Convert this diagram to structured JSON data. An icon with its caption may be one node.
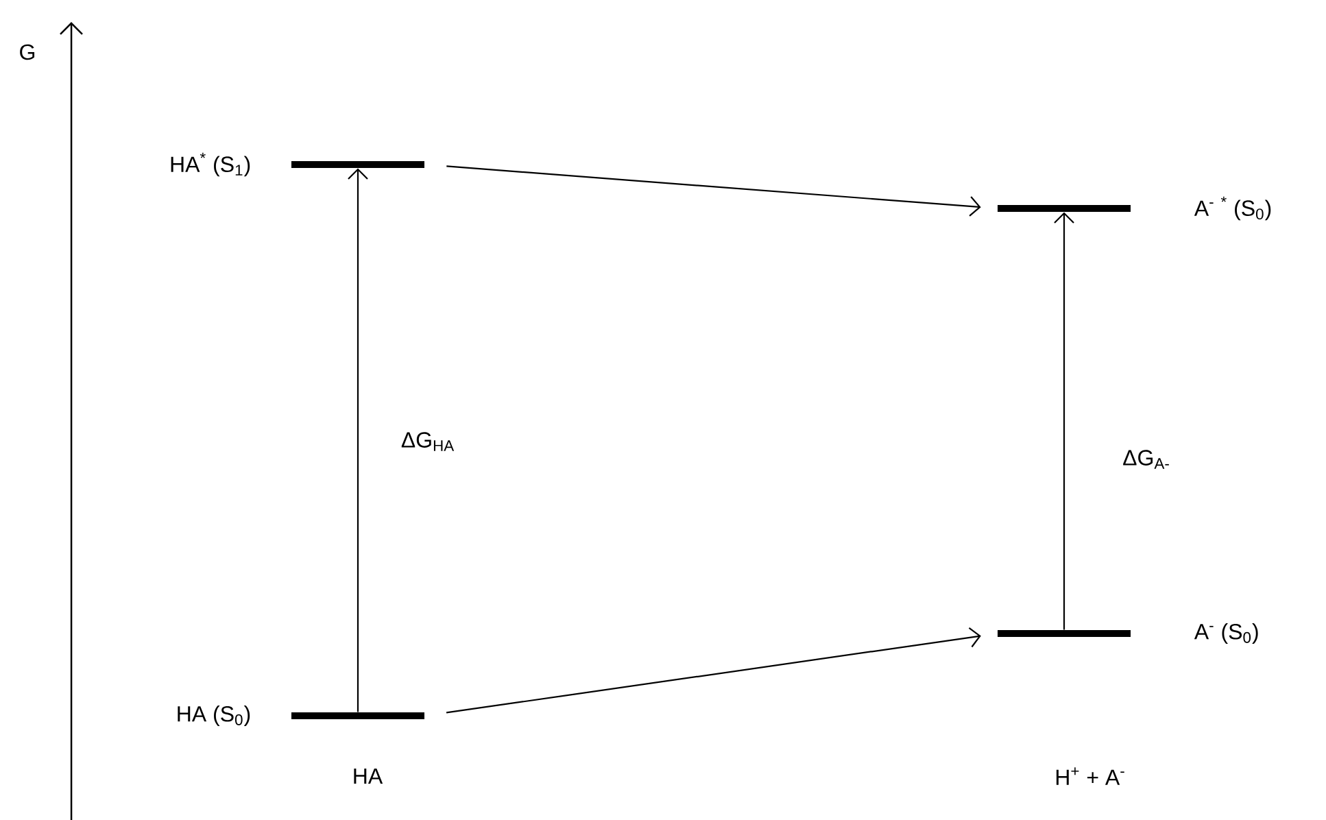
{
  "diagram": {
    "nodes": [
      {
        "text": [],
        "shape": "bar",
        "beside": [
          "HA$^{*}$ (S$_{1}$)"
        ]
      },
      {
        "text": [],
        "shape": "bar",
        "beside": [
          "A$^{-}$ $^{*}$ (S$_{0}$)"
        ]
      },
      {
        "text": [],
        "shape": "bar",
        "beside": [
          "A$^{-}$ (S$_{0}$)"
        ]
      },
      {
        "text": [],
        "shape": "bar",
        "beside": [
          "HA (S$_{0}$)"
        ]
      }
    ],
    "edges": [
      {
        "from": 0,
        "to": 1,
        "arrow": "to"
      },
      {
        "from": 3,
        "to": 0,
        "arrow": "to",
        "label": "ΔG$_{HA}$"
      },
      {
        "from": 2,
        "to": 1,
        "arrow": "to",
        "label": "ΔG$_{A-}$"
      },
      {
        "from": 3,
        "to": 2,
        "arrow": "to"
      }
    ],
    "labels": [
      "G",
      "HA",
      "H$^{+}$ + A$^{-}$"
    ]
  }
}
